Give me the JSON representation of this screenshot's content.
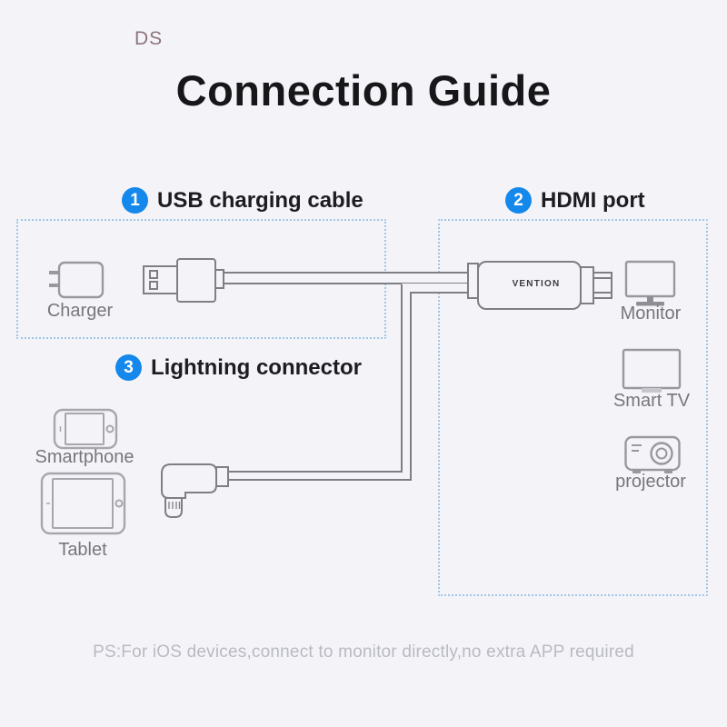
{
  "header": {
    "logo": "DS",
    "title": "Connection Guide"
  },
  "sections": {
    "usb": {
      "number": "1",
      "label": "USB charging cable"
    },
    "hdmi": {
      "number": "2",
      "label": "HDMI port"
    },
    "lightning": {
      "number": "3",
      "label": "Lightning connector"
    }
  },
  "devices": {
    "charger": {
      "label": "Charger",
      "icon": "charger-icon"
    },
    "monitor": {
      "label": "Monitor",
      "icon": "monitor-icon"
    },
    "smart_tv": {
      "label": "Smart TV",
      "icon": "smart-tv-icon"
    },
    "projector": {
      "label": "projector",
      "icon": "projector-icon"
    },
    "smartphone": {
      "label": "Smartphone",
      "icon": "smartphone-icon"
    },
    "tablet": {
      "label": "Tablet",
      "icon": "tablet-icon"
    }
  },
  "cable": {
    "brand_label": "VENTION"
  },
  "footer": {
    "note": "PS:For iOS devices,connect to monitor directly,no extra APP required"
  },
  "colors": {
    "background": "#f4f4f8",
    "accent_blue": "#1588ec",
    "dashed_border": "#9fc6e8",
    "title_black": "#17171a",
    "cable_stroke": "#7e7e84",
    "icon_stroke": "#98989e",
    "label_gray": "#76767c",
    "footer_gray": "#b9bac2",
    "logo_mauve": "#8d737c"
  }
}
